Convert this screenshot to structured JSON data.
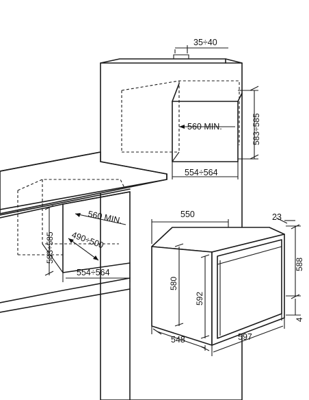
{
  "labels": {
    "gap_top": "35÷40",
    "wall_min": "560 MIN.",
    "wall_height": "583÷585",
    "wall_width": "554÷564",
    "under_min": "560 MIN.",
    "under_depth": "490÷500",
    "under_height": "583÷585",
    "under_width": "554÷564",
    "oven_depth_top": "550",
    "door_thickness": "23",
    "oven_front_height": "588",
    "oven_body_height": "580",
    "oven_inner_height": "592",
    "oven_foot": "4",
    "oven_depth_bottom": "548",
    "oven_width": "597"
  }
}
